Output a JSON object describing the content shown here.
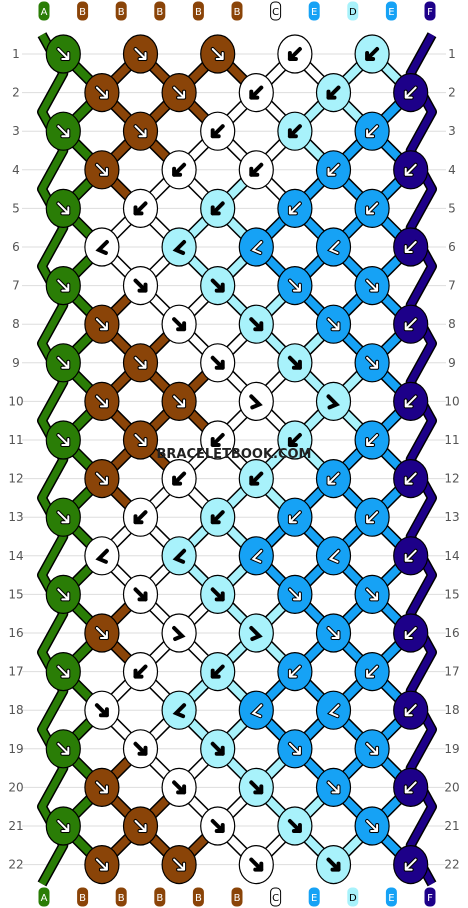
{
  "watermark": "BRACELETBOOK.COM",
  "colors": {
    "A": "#2a7d06",
    "B": "#8a4408",
    "C": "#ffffff",
    "D": "#a8f2fb",
    "E": "#16a2f5",
    "F": "#1d0089"
  },
  "strings": [
    "A",
    "B",
    "B",
    "B",
    "B",
    "B",
    "C",
    "E",
    "D",
    "E",
    "F"
  ],
  "row_numbers": [
    "1",
    "2",
    "3",
    "4",
    "5",
    "6",
    "7",
    "8",
    "9",
    "10",
    "11",
    "12",
    "13",
    "14",
    "15",
    "16",
    "17",
    "18",
    "19",
    "20",
    "21",
    "22"
  ],
  "rows": [
    [
      [
        "A",
        "fwd"
      ],
      [
        "B",
        "fwd"
      ],
      [
        "B",
        "fwd"
      ],
      [
        "C",
        "bwd"
      ],
      [
        "D",
        "bwd"
      ]
    ],
    [
      [
        "B",
        "fwd"
      ],
      [
        "B",
        "fwd"
      ],
      [
        "C",
        "bwd"
      ],
      [
        "D",
        "bwd"
      ],
      [
        "F",
        "bwd"
      ]
    ],
    [
      [
        "A",
        "fwd"
      ],
      [
        "B",
        "fwd"
      ],
      [
        "C",
        "bwd"
      ],
      [
        "D",
        "bwd"
      ],
      [
        "E",
        "bwd"
      ]
    ],
    [
      [
        "B",
        "fwd"
      ],
      [
        "C",
        "bwd"
      ],
      [
        "C",
        "bwd"
      ],
      [
        "E",
        "bwd"
      ],
      [
        "F",
        "bwd"
      ]
    ],
    [
      [
        "A",
        "fwd"
      ],
      [
        "C",
        "bwd"
      ],
      [
        "D",
        "bwd"
      ],
      [
        "E",
        "bwd"
      ],
      [
        "E",
        "bwd"
      ]
    ],
    [
      [
        "C",
        "bwdf"
      ],
      [
        "D",
        "bwdf"
      ],
      [
        "E",
        "bwdf"
      ],
      [
        "E",
        "bwdf"
      ],
      [
        "F",
        "bwd"
      ]
    ],
    [
      [
        "A",
        "fwd"
      ],
      [
        "C",
        "fwd"
      ],
      [
        "D",
        "fwd"
      ],
      [
        "E",
        "fwd"
      ],
      [
        "E",
        "fwd"
      ]
    ],
    [
      [
        "B",
        "fwd"
      ],
      [
        "C",
        "fwd"
      ],
      [
        "D",
        "fwd"
      ],
      [
        "E",
        "fwd"
      ],
      [
        "F",
        "bwd"
      ]
    ],
    [
      [
        "A",
        "fwd"
      ],
      [
        "B",
        "fwd"
      ],
      [
        "C",
        "fwd"
      ],
      [
        "D",
        "fwd"
      ],
      [
        "E",
        "fwd"
      ]
    ],
    [
      [
        "B",
        "fwd"
      ],
      [
        "B",
        "fwd"
      ],
      [
        "C",
        "fwdb"
      ],
      [
        "D",
        "fwdb"
      ],
      [
        "F",
        "bwd"
      ]
    ],
    [
      [
        "A",
        "fwd"
      ],
      [
        "B",
        "fwd"
      ],
      [
        "C",
        "bwd"
      ],
      [
        "D",
        "bwd"
      ],
      [
        "E",
        "bwd"
      ]
    ],
    [
      [
        "B",
        "fwd"
      ],
      [
        "C",
        "bwd"
      ],
      [
        "D",
        "bwd"
      ],
      [
        "E",
        "bwd"
      ],
      [
        "F",
        "bwd"
      ]
    ],
    [
      [
        "A",
        "fwd"
      ],
      [
        "C",
        "bwd"
      ],
      [
        "D",
        "bwd"
      ],
      [
        "E",
        "bwd"
      ],
      [
        "E",
        "bwd"
      ]
    ],
    [
      [
        "C",
        "bwdf"
      ],
      [
        "D",
        "bwdf"
      ],
      [
        "E",
        "bwdf"
      ],
      [
        "E",
        "bwdf"
      ],
      [
        "F",
        "bwd"
      ]
    ],
    [
      [
        "A",
        "fwd"
      ],
      [
        "C",
        "fwd"
      ],
      [
        "D",
        "fwd"
      ],
      [
        "E",
        "fwd"
      ],
      [
        "E",
        "fwd"
      ]
    ],
    [
      [
        "B",
        "fwd"
      ],
      [
        "C",
        "fwdb"
      ],
      [
        "D",
        "fwdb"
      ],
      [
        "E",
        "fwd"
      ],
      [
        "F",
        "bwd"
      ]
    ],
    [
      [
        "A",
        "fwd"
      ],
      [
        "C",
        "bwd"
      ],
      [
        "D",
        "bwd"
      ],
      [
        "E",
        "bwd"
      ],
      [
        "E",
        "bwd"
      ]
    ],
    [
      [
        "C",
        "fwd"
      ],
      [
        "D",
        "bwdf"
      ],
      [
        "E",
        "bwdf"
      ],
      [
        "E",
        "bwdf"
      ],
      [
        "F",
        "bwd"
      ]
    ],
    [
      [
        "A",
        "fwd"
      ],
      [
        "C",
        "fwd"
      ],
      [
        "D",
        "fwd"
      ],
      [
        "E",
        "fwd"
      ],
      [
        "E",
        "fwd"
      ]
    ],
    [
      [
        "B",
        "fwd"
      ],
      [
        "C",
        "fwd"
      ],
      [
        "D",
        "fwd"
      ],
      [
        "E",
        "fwd"
      ],
      [
        "F",
        "bwd"
      ]
    ],
    [
      [
        "A",
        "fwd"
      ],
      [
        "B",
        "fwd"
      ],
      [
        "C",
        "fwd"
      ],
      [
        "D",
        "fwd"
      ],
      [
        "E",
        "fwd"
      ]
    ],
    [
      [
        "B",
        "fwd"
      ],
      [
        "B",
        "fwd"
      ],
      [
        "C",
        "fwd"
      ],
      [
        "D",
        "fwd"
      ],
      [
        "F",
        "bwd"
      ]
    ]
  ]
}
